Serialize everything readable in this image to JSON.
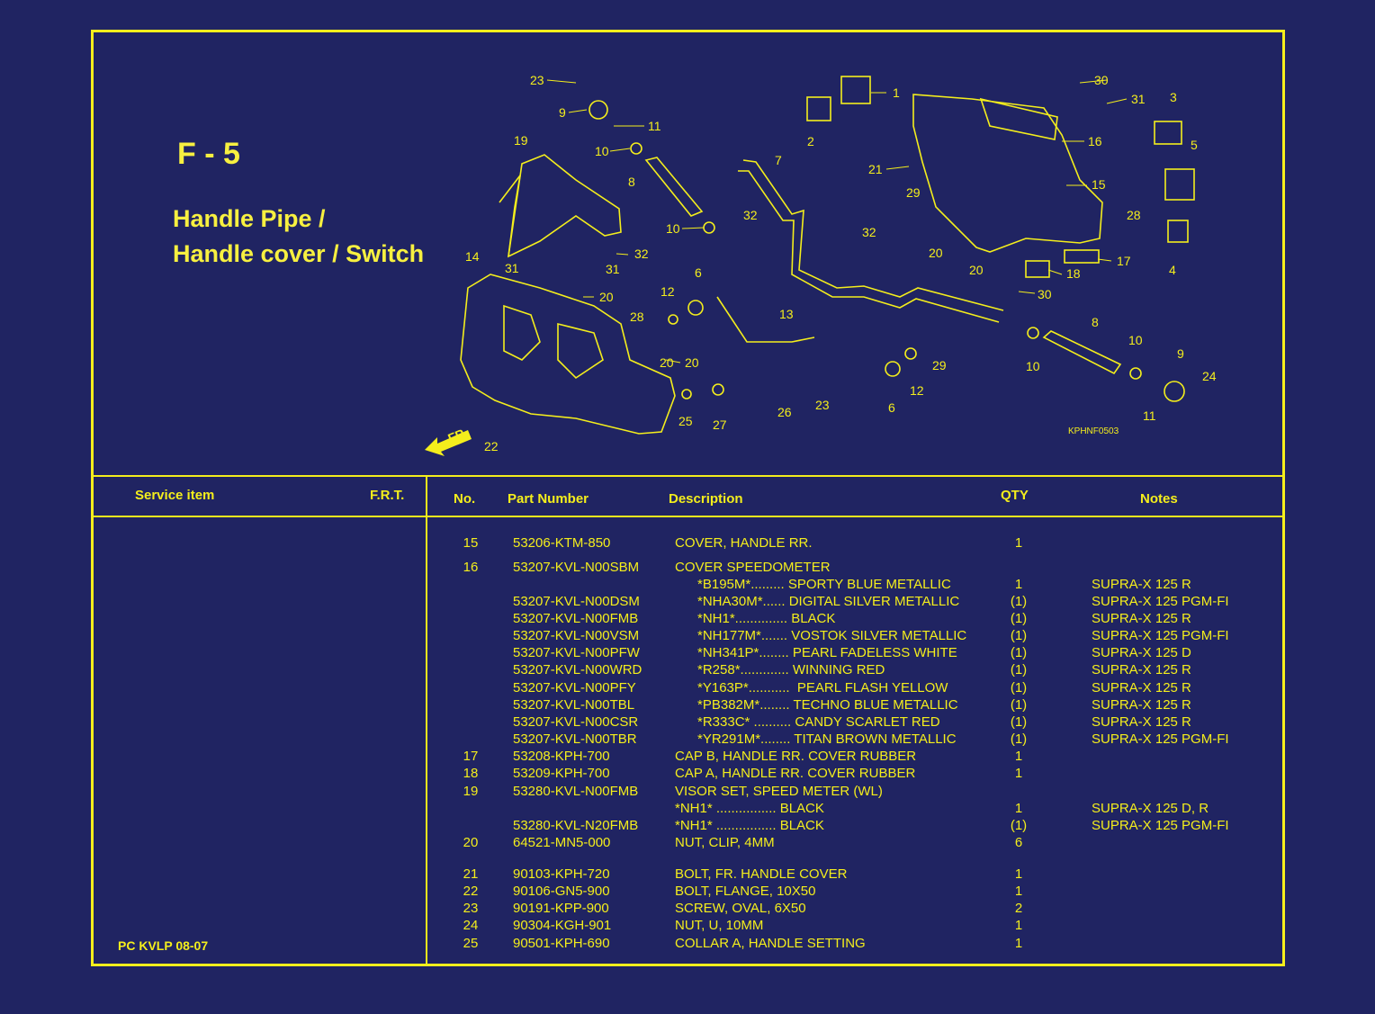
{
  "header": {
    "code": "F - 5",
    "title_line1": "Handle Pipe /",
    "title_line2": "Handle cover / Switch"
  },
  "diagram": {
    "ref_code": "KPHNF0503",
    "arrow_label": "FR.",
    "callouts": [
      "1",
      "2",
      "3",
      "4",
      "5",
      "6",
      "6",
      "7",
      "8",
      "8",
      "9",
      "9",
      "10",
      "10",
      "10",
      "10",
      "11",
      "11",
      "12",
      "12",
      "13",
      "14",
      "15",
      "16",
      "17",
      "18",
      "19",
      "20",
      "20",
      "20",
      "20",
      "20",
      "21",
      "22",
      "23",
      "23",
      "24",
      "25",
      "26",
      "27",
      "28",
      "28",
      "29",
      "29",
      "30",
      "30",
      "31",
      "31",
      "31",
      "32",
      "32",
      "32"
    ]
  },
  "columns": {
    "service_item": "Service item",
    "frt": "F.R.T.",
    "no": "No.",
    "part_number": "Part Number",
    "description": "Description",
    "qty": "QTY",
    "notes": "Notes"
  },
  "parts": [
    {
      "no": "15",
      "part": "53206-KTM-850",
      "desc": "COVER, HANDLE RR.",
      "qty": "1",
      "notes": ""
    },
    {
      "no": "16",
      "part": "53207-KVL-N00SBM",
      "desc": "COVER SPEEDOMETER",
      "qty": "",
      "notes": ""
    },
    {
      "no": "",
      "part": "",
      "desc": "      *B195M*......... SPORTY BLUE METALLIC",
      "qty": "1",
      "notes": "SUPRA-X 125 R"
    },
    {
      "no": "",
      "part": "53207-KVL-N00DSM",
      "desc": "      *NHA30M*...... DIGITAL SILVER METALLIC",
      "qty": "(1)",
      "notes": "SUPRA-X 125 PGM-FI"
    },
    {
      "no": "",
      "part": "53207-KVL-N00FMB",
      "desc": "      *NH1*.............. BLACK",
      "qty": "(1)",
      "notes": "SUPRA-X 125 R"
    },
    {
      "no": "",
      "part": "53207-KVL-N00VSM",
      "desc": "      *NH177M*....... VOSTOK SILVER METALLIC",
      "qty": "(1)",
      "notes": "SUPRA-X 125 PGM-FI"
    },
    {
      "no": "",
      "part": "53207-KVL-N00PFW",
      "desc": "      *NH341P*........ PEARL FADELESS WHITE",
      "qty": "(1)",
      "notes": "SUPRA-X 125 D"
    },
    {
      "no": "",
      "part": "53207-KVL-N00WRD",
      "desc": "      *R258*............. WINNING RED",
      "qty": "(1)",
      "notes": "SUPRA-X 125 R"
    },
    {
      "no": "",
      "part": "53207-KVL-N00PFY",
      "desc": "      *Y163P*...........  PEARL FLASH YELLOW",
      "qty": "(1)",
      "notes": "SUPRA-X 125 R"
    },
    {
      "no": "",
      "part": "53207-KVL-N00TBL",
      "desc": "      *PB382M*........ TECHNO BLUE METALLIC",
      "qty": "(1)",
      "notes": "SUPRA-X 125 R"
    },
    {
      "no": "",
      "part": "53207-KVL-N00CSR",
      "desc": "      *R333C* .......... CANDY SCARLET RED",
      "qty": "(1)",
      "notes": "SUPRA-X 125 R"
    },
    {
      "no": "",
      "part": "53207-KVL-N00TBR",
      "desc": "      *YR291M*........ TITAN BROWN METALLIC",
      "qty": "(1)",
      "notes": "SUPRA-X 125 PGM-FI"
    },
    {
      "no": "17",
      "part": "53208-KPH-700",
      "desc": "CAP B, HANDLE RR. COVER RUBBER",
      "qty": "1",
      "notes": ""
    },
    {
      "no": "18",
      "part": "53209-KPH-700",
      "desc": "CAP A, HANDLE RR. COVER RUBBER",
      "qty": "1",
      "notes": ""
    },
    {
      "no": "19",
      "part": "53280-KVL-N00FMB",
      "desc": "VISOR SET, SPEED METER (WL)",
      "qty": "",
      "notes": ""
    },
    {
      "no": "",
      "part": "",
      "desc": "*NH1* ................ BLACK",
      "qty": "1",
      "notes": "SUPRA-X 125 D, R"
    },
    {
      "no": "",
      "part": "53280-KVL-N20FMB",
      "desc": "*NH1* ................ BLACK",
      "qty": "(1)",
      "notes": "SUPRA-X 125 PGM-FI"
    },
    {
      "no": "20",
      "part": "64521-MN5-000",
      "desc": "NUT, CLIP, 4MM",
      "qty": "6",
      "notes": ""
    },
    {
      "no": "21",
      "part": "90103-KPH-720",
      "desc": "BOLT, FR. HANDLE COVER",
      "qty": "1",
      "notes": ""
    },
    {
      "no": "22",
      "part": "90106-GN5-900",
      "desc": "BOLT, FLANGE, 10X50",
      "qty": "1",
      "notes": ""
    },
    {
      "no": "23",
      "part": "90191-KPP-900",
      "desc": "SCREW, OVAL, 6X50",
      "qty": "2",
      "notes": ""
    },
    {
      "no": "24",
      "part": "90304-KGH-901",
      "desc": "NUT, U, 10MM",
      "qty": "1",
      "notes": ""
    },
    {
      "no": "25",
      "part": "90501-KPH-690",
      "desc": "COLLAR A, HANDLE SETTING",
      "qty": "1",
      "notes": ""
    }
  ],
  "footer": {
    "code": "PC KVLP 08-07"
  }
}
